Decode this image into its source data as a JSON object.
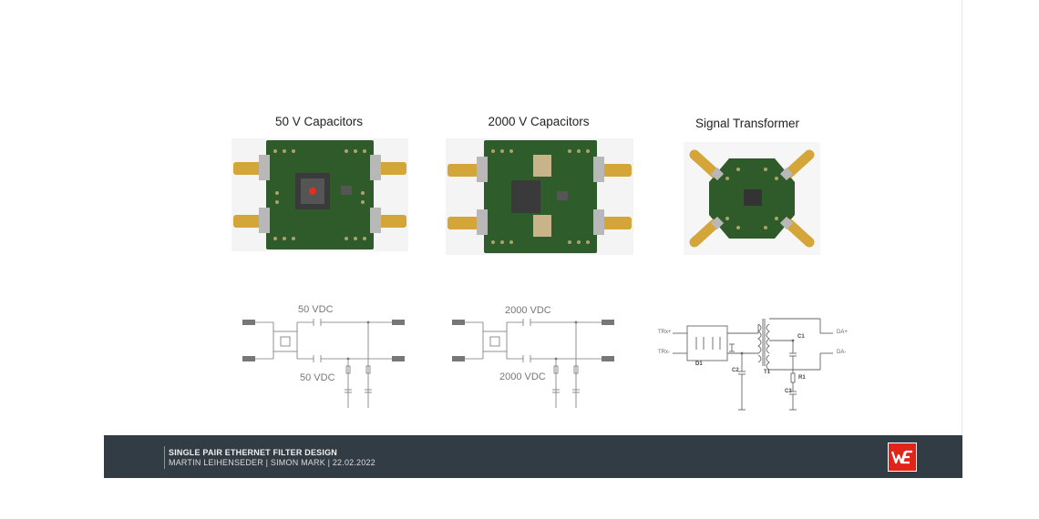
{
  "columns": [
    {
      "title": "50 V Capacitors",
      "schematic_label_top": "50 VDC",
      "schematic_label_bottom": "50 VDC"
    },
    {
      "title": "2000 V Capacitors",
      "schematic_label_top": "2000 VDC",
      "schematic_label_bottom": "2000 VDC"
    },
    {
      "title": "Signal Transformer"
    }
  ],
  "schematic_pins": {
    "left_top": "TRx+",
    "left_bottom": "TRx-",
    "right_top": "DA+",
    "right_bottom": "DA-",
    "d1": "D1",
    "t1": "T1",
    "c1": "C1",
    "c2": "C2",
    "c3": "C3",
    "r1": "R1"
  },
  "footer": {
    "title": "SINGLE PAIR ETHERNET FILTER DESIGN",
    "subtitle": "MARTIN LEIHENSEDER | SIMON MARK | 22.02.2022"
  },
  "logo_text": "WE",
  "colors": {
    "footer_bg": "#323c45",
    "pcb_green": "#2f5a2a",
    "logo_red": "#e2231a",
    "connector_gold": "#d4a63a"
  }
}
